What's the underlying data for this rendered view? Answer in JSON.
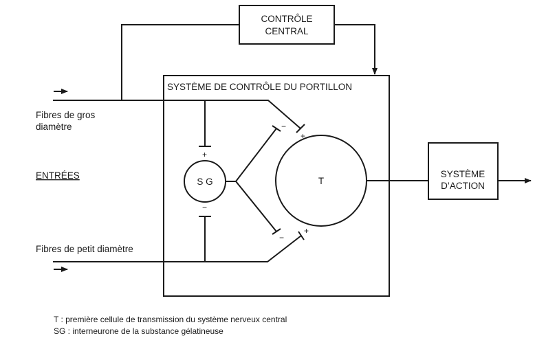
{
  "central_control": {
    "line1": "CONTRÔLE",
    "line2": "CENTRAL"
  },
  "gate_system": {
    "title": "SYSTÈME DE CONTRÔLE DU PORTILLON"
  },
  "inputs": {
    "heading": "ENTRÉES",
    "large_fibres_line1": "Fibres de gros",
    "large_fibres_line2": "diamètre",
    "small_fibres": "Fibres de petit diamètre"
  },
  "nodes": {
    "sg": "S G",
    "t": "T"
  },
  "signs": {
    "plus": "+",
    "minus": "−"
  },
  "action_system": {
    "line1": "SYSTÈME",
    "line2": "D’ACTION"
  },
  "legend": [
    "T : première cellule de transmission du système nerveux central",
    "SG : interneurone de la substance gélatineuse"
  ]
}
